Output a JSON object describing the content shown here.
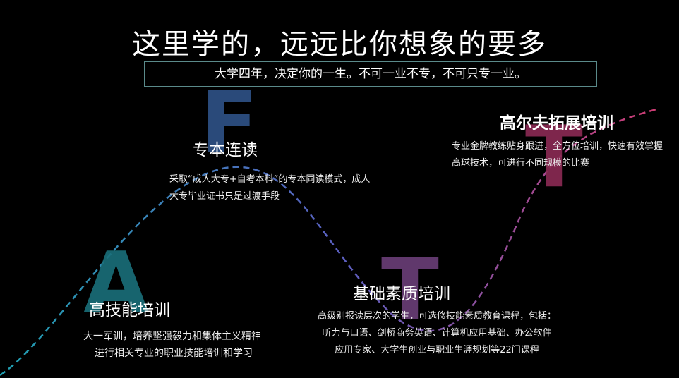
{
  "header": {
    "title": "这里学的，远远比你想象的要多",
    "subtitle": "大学四年，决定你的一生。不可一业不专，不可只专一业。"
  },
  "sections": [
    {
      "letter": "A",
      "letter_color": "#1a6f7a",
      "title": "高技能培训",
      "desc": [
        "大一军训，培养坚强毅力和集体主义精神",
        "进行相关专业的职业技能培训和学习"
      ]
    },
    {
      "letter": "F",
      "letter_color": "#2f5388",
      "title": "专本连读",
      "desc": [
        "采取“成人大专+自考本科”的专本同读模式，成人",
        "大专毕业证书只是过渡手段"
      ]
    },
    {
      "letter": "T",
      "letter_color": "#6b3f78",
      "title": "基础素质培训",
      "desc": [
        "高级别报读层次的学生，可选修技能素质教育课程，包括：",
        "听力与口语、剑桥商务英语、计算机应用基础、办公软件",
        "应用专家、大学生创业与职业生涯规划等22门课程"
      ]
    },
    {
      "letter": "T",
      "letter_color": "#8c2b55",
      "title": "高尔夫拓展培训",
      "desc": [
        "专业金牌教练贴身跟进，全方位培训，快速有效掌握",
        "高球技术，可进行不同规模的比赛"
      ]
    }
  ],
  "colors": {
    "curve_start": "#1f9fb0",
    "curve_mid": "#5a5fc0",
    "curve_end": "#d63a6e"
  }
}
